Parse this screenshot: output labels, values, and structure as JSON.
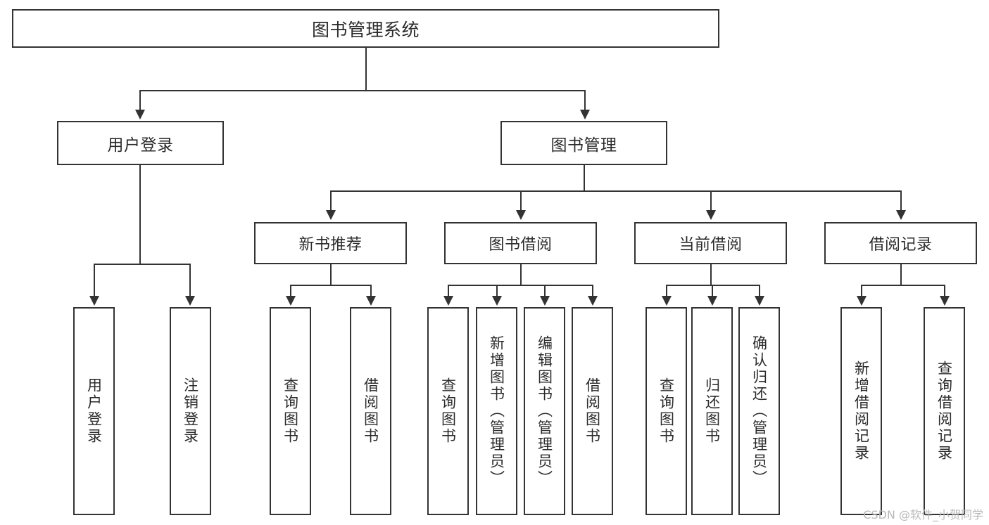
{
  "diagram": {
    "title": "图书管理系统",
    "type": "tree-hierarchy",
    "root": {
      "label": "图书管理系统"
    },
    "level1": [
      {
        "label": "用户登录"
      },
      {
        "label": "图书管理"
      }
    ],
    "level2": [
      {
        "label": "新书推荐"
      },
      {
        "label": "图书借阅"
      },
      {
        "label": "当前借阅"
      },
      {
        "label": "借阅记录"
      }
    ],
    "leaves": {
      "user_login": [
        {
          "label": "用户登录"
        },
        {
          "label": "注销登录"
        }
      ],
      "new_book_recommend": [
        {
          "label": "查询图书"
        },
        {
          "label": "借阅图书"
        }
      ],
      "book_borrow": [
        {
          "label": "查询图书"
        },
        {
          "label": "新增图书（管理员）"
        },
        {
          "label": "编辑图书（管理员）"
        },
        {
          "label": "借阅图书"
        }
      ],
      "current_borrow": [
        {
          "label": "查询图书"
        },
        {
          "label": "归还图书"
        },
        {
          "label": "确认归还（管理员）"
        }
      ],
      "borrow_record": [
        {
          "label": "新增借阅记录"
        },
        {
          "label": "查询借阅记录"
        }
      ]
    }
  },
  "watermark": {
    "text": "CSDN @软件_小贺同学"
  },
  "colors": {
    "stroke": "#333333",
    "text": "#2b2b2b",
    "background": "#ffffff",
    "watermark": "#b8b8b8"
  }
}
